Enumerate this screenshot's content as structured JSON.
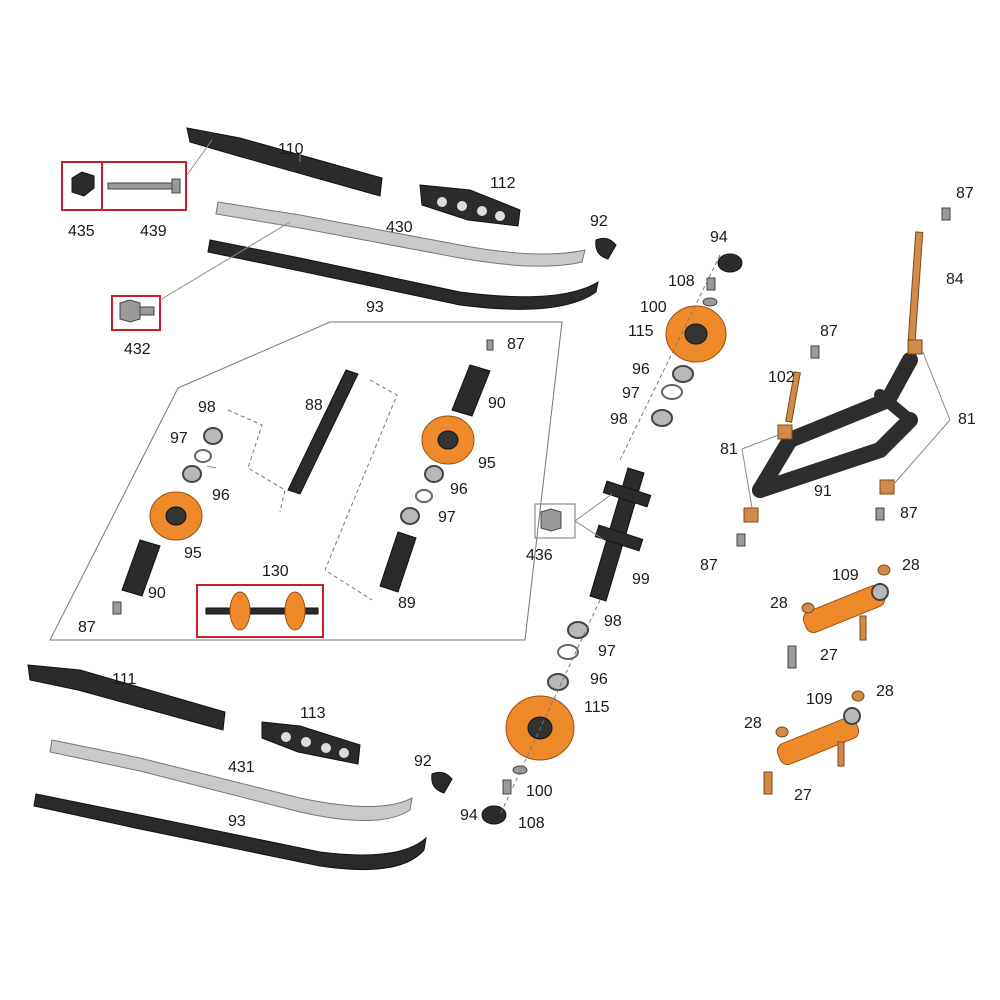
{
  "diagram": {
    "callouts": {
      "c110": "110",
      "c435": "435",
      "c439": "439",
      "c112": "112",
      "c430": "430",
      "c92a": "92",
      "c93a": "93",
      "c432": "432",
      "c94a": "94",
      "c108a": "108",
      "c100a": "100",
      "c115a": "115",
      "c96a": "96",
      "c97a": "97",
      "c98a": "98",
      "c87a": "87",
      "c84": "84",
      "c87b": "87",
      "c102": "102",
      "c81a": "81",
      "c81b": "81",
      "c91": "91",
      "c87c": "87",
      "c87d": "87",
      "c98b": "98",
      "c97b": "97",
      "c96b": "96",
      "c95a": "95",
      "c90a": "90",
      "c87e": "87",
      "c88": "88",
      "c87f": "87",
      "c90b": "90",
      "c95b": "95",
      "c96c": "96",
      "c97c": "97",
      "c89": "89",
      "c130": "130",
      "c436": "436",
      "c99": "99",
      "c98c": "98",
      "c97d": "97",
      "c96d": "96",
      "c115b": "115",
      "c100b": "100",
      "c108b": "108",
      "c94b": "94",
      "c111": "111",
      "c113": "113",
      "c431": "431",
      "c92b": "92",
      "c93b": "93",
      "c109a": "109",
      "c28a": "28",
      "c28b": "28",
      "c27a": "27",
      "c109b": "109",
      "c28c": "28",
      "c28d": "28",
      "c27b": "27"
    }
  }
}
